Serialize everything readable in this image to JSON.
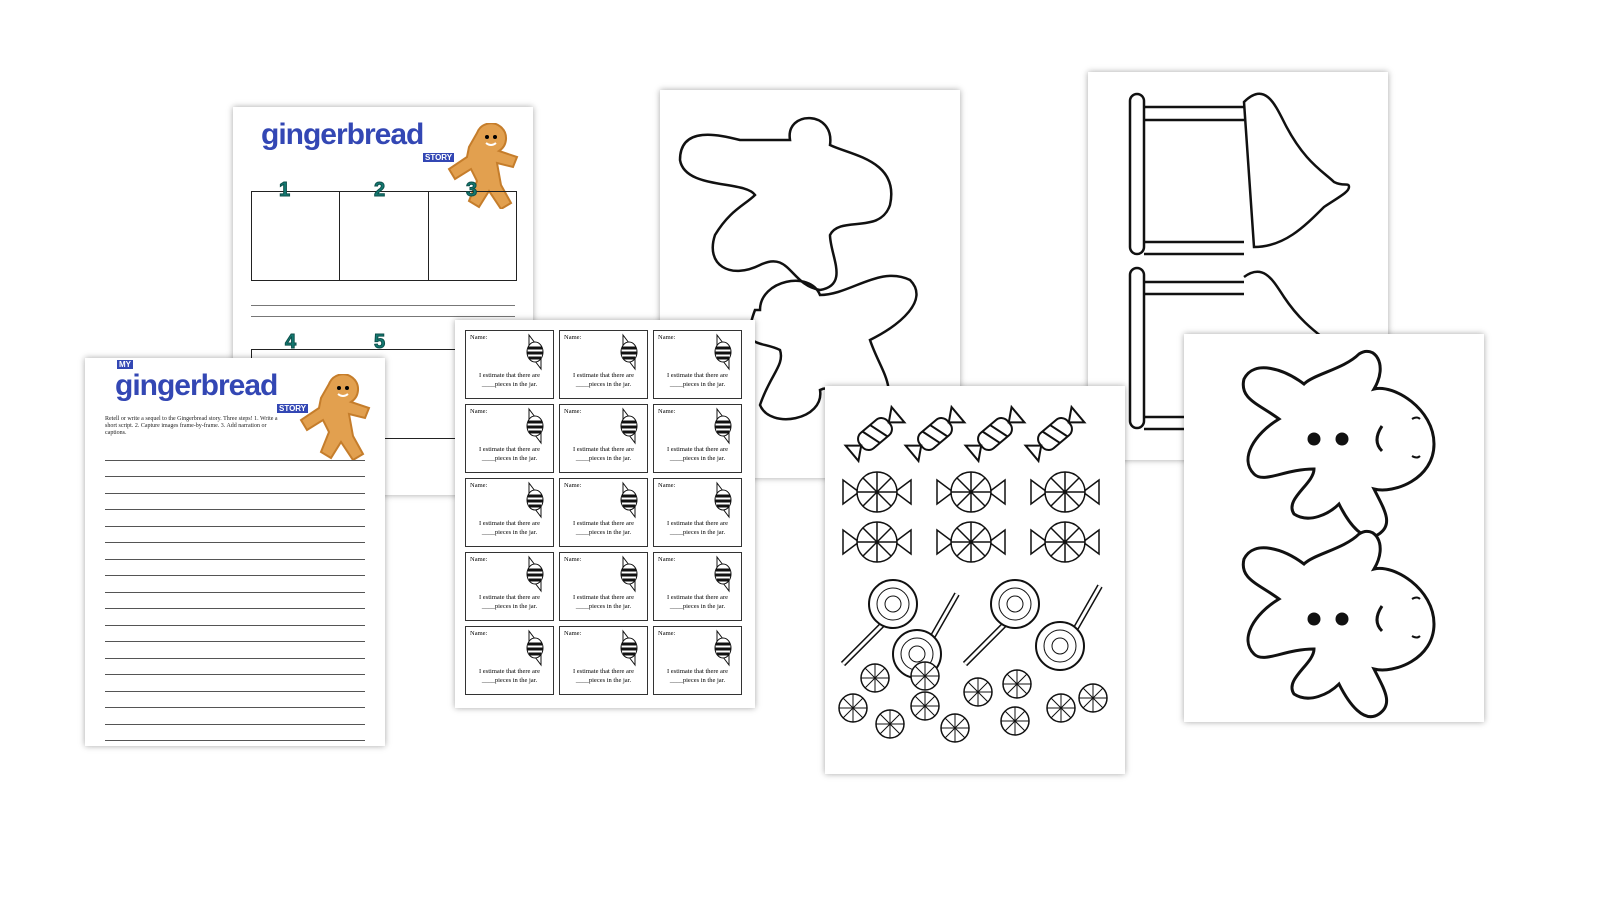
{
  "storyboard": {
    "logo": "gingerbread",
    "logo_tag": "STORY",
    "frames": [
      "1",
      "2",
      "3",
      "4",
      "5"
    ]
  },
  "writing_page": {
    "logo_prefix": "MY",
    "logo": "gingerbread",
    "logo_tag": "STORY",
    "instructions": "Retell or write a sequel to the Gingerbread story. Three steps! 1. Write a short script. 2. Capture images frame-by-frame. 3. Add narration or captions."
  },
  "estimate_cards": {
    "name_label": "Name:",
    "estimate_text": "I estimate that there are ____pieces in the jar.",
    "count": 15
  },
  "colors": {
    "brand_blue": "#3347b4",
    "frame_teal": "#137a72",
    "cookie": "#e2a04f"
  }
}
